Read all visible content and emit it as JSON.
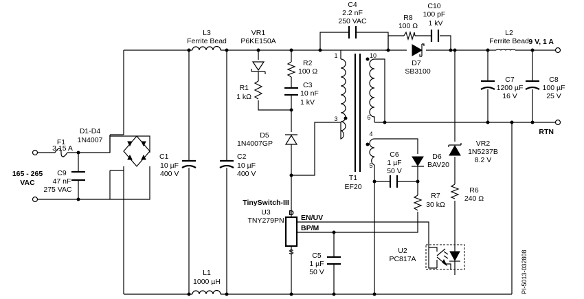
{
  "input": {
    "voltage": "165 - 265",
    "unit": "VAC"
  },
  "output": {
    "voltage": "9 V, 1 A",
    "return": "RTN"
  },
  "part_ref": "PI-5013-032808",
  "ic": {
    "family": "TinySwitch-III",
    "ref": "U3",
    "part": "TNY279PN",
    "pin_d": "D",
    "pin_en": "EN/UV",
    "pin_bp": "BP/M",
    "pin_s": "S"
  },
  "components": {
    "F1": {
      "ref": "F1",
      "value": "3.15 A"
    },
    "C9": {
      "ref": "C9",
      "value1": "47 nF",
      "value2": "275 VAC"
    },
    "D1": {
      "ref": "D1-D4",
      "value": "1N4007"
    },
    "C1": {
      "ref": "C1",
      "value1": "10 µF",
      "value2": "400 V"
    },
    "C2": {
      "ref": "C2",
      "value1": "10 µF",
      "value2": "400 V"
    },
    "L3": {
      "ref": "L3",
      "value": "Ferrite Bead"
    },
    "L1": {
      "ref": "L1",
      "value": "1000 µH"
    },
    "VR1": {
      "ref": "VR1",
      "value": "P6KE150A"
    },
    "R1": {
      "ref": "R1",
      "value": "1 kΩ"
    },
    "R2": {
      "ref": "R2",
      "value": "100 Ω"
    },
    "C3": {
      "ref": "C3",
      "value1": "10 nF",
      "value2": "1 kV"
    },
    "D5": {
      "ref": "D5",
      "value": "1N4007GP"
    },
    "C4": {
      "ref": "C4",
      "value1": "2.2 nF",
      "value2": "250 VAC"
    },
    "T1": {
      "ref": "T1",
      "value": "EF20",
      "p1": "1",
      "p3": "3",
      "p4": "4",
      "p5": "5",
      "p6": "6",
      "p10": "10"
    },
    "R8": {
      "ref": "R8",
      "value": "100 Ω"
    },
    "C10": {
      "ref": "C10",
      "value1": "100 pF",
      "value2": "1 kV"
    },
    "D7": {
      "ref": "D7",
      "value": "SB3100"
    },
    "L2": {
      "ref": "L2",
      "value": "Ferrite Bead"
    },
    "C7": {
      "ref": "C7",
      "value1": "1200 µF",
      "value2": "16 V"
    },
    "C8": {
      "ref": "C8",
      "value1": "100 µF",
      "value2": "25 V"
    },
    "C6": {
      "ref": "C6",
      "value1": "1 µF",
      "value2": "50 V"
    },
    "D6": {
      "ref": "D6",
      "value": "BAV20"
    },
    "R7": {
      "ref": "R7",
      "value": "30 kΩ"
    },
    "VR2": {
      "ref": "VR2",
      "value1": "1N5237B",
      "value2": "8.2 V"
    },
    "R6": {
      "ref": "R6",
      "value": "240 Ω"
    },
    "U2": {
      "ref": "U2",
      "value": "PC817A"
    },
    "C5": {
      "ref": "C5",
      "value1": "1 µF",
      "value2": "50 V"
    }
  }
}
